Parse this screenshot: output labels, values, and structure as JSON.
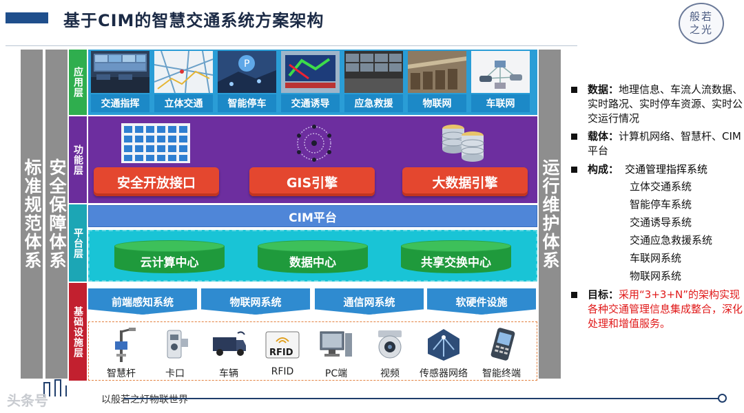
{
  "title": "基于CIM的智慧交通系统方案架构",
  "seal": {
    "line1": "般若",
    "line2": "之光"
  },
  "pillars": {
    "standards": "标准规范体系",
    "security": "安全保障体系",
    "operations": "运行维护体系"
  },
  "layers": {
    "application": "应用层",
    "function": "功能层",
    "platform": "平台层",
    "infrastructure": "基础设施层"
  },
  "applications": [
    "交通指挥",
    "立体交通",
    "智能停车",
    "交通诱导",
    "应急救援",
    "物联网",
    "车联网"
  ],
  "functions": [
    "安全开放接口",
    "GIS引擎",
    "大数据引擎"
  ],
  "cim_platform": "CIM平台",
  "platform_centers": [
    "云计算中心",
    "数据中心",
    "共享交换中心"
  ],
  "base_systems": [
    "前端感知系统",
    "物联网系统",
    "通信网系统",
    "软硬件设施"
  ],
  "devices": [
    "智慧杆",
    "卡口",
    "车辆",
    "RFID",
    "PC端",
    "视频",
    "传感器网络",
    "智能终端"
  ],
  "rfid_icon_text": "RFID",
  "notes": {
    "data_key": "数据：",
    "data_text": "地理信息、车流人流数据、实时路况、实时停车资源、实时公交运行情况",
    "carrier_key": "载体：",
    "carrier_text": "计算机网络、智慧杆、CIM平台",
    "composition_key": "构成：",
    "composition_items": [
      "交通管理指挥系统",
      "立体交通系统",
      "智能停车系统",
      "交通诱导系统",
      "交通应急救援系统",
      "车联网系统",
      "物联网系统"
    ],
    "goal_key": "目标：",
    "goal_text": "采用“3+3+N”的架构实现各种交通管理信息集成整合，深化处理和增值服务。"
  },
  "footer": {
    "slogan": "以般若之灯物联世界",
    "watermark": "头条号"
  },
  "colors": {
    "app_green": "#2fae4e",
    "func_purple": "#6b2d9c",
    "platform_cyan": "#1ca6b5",
    "base_red": "#c2202f",
    "accent_orange": "#e4472f",
    "goal_red": "#e01818"
  }
}
